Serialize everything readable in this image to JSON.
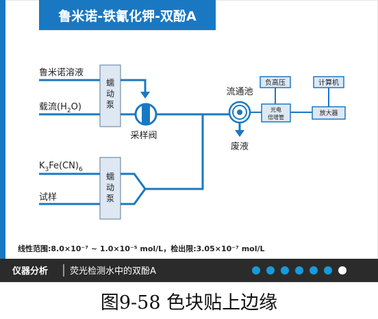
{
  "slide": {
    "title": "鲁米诺-铁氰化钾-双酚A",
    "footer_course": "仪器分析",
    "footer_topic": "荧光检测水中的双酚A",
    "dots_total": 7,
    "dot_active": 7
  },
  "diagram": {
    "inputs": {
      "luminol": "鲁米诺溶液",
      "carrier_main": "载流(H",
      "carrier_sub": "2",
      "carrier_end": "O)",
      "ferri_main": "K",
      "ferri_sub1": "3",
      "ferri_mid": "Fe(CN)",
      "ferri_sub2": "6",
      "sample": "试样"
    },
    "pump_label_1": [
      "蠕",
      "动",
      "泵"
    ],
    "pump_label_2": [
      "蠕",
      "动",
      "泵"
    ],
    "valve_label": "采样阀",
    "flow_cell_label": "流通池",
    "waste_label": "废液",
    "hv_label": "负高压",
    "pmt_label_1": "光电",
    "pmt_label_2": "倍增管",
    "computer_label": "计算机",
    "amplifier_label": "放大器",
    "linear_range": "线性范围:8.0×10⁻⁷ ~ 1.0×10⁻⁵ mol/L，检出限:3.05×10⁻⁷ mol/L"
  },
  "caption": "图9-58 色块贴上边缘",
  "colors": {
    "accent": "#1a78c2",
    "box_fill": "#dde8f3",
    "footer_bg": "#2b2b2b",
    "dot": "#1a9ad8"
  }
}
